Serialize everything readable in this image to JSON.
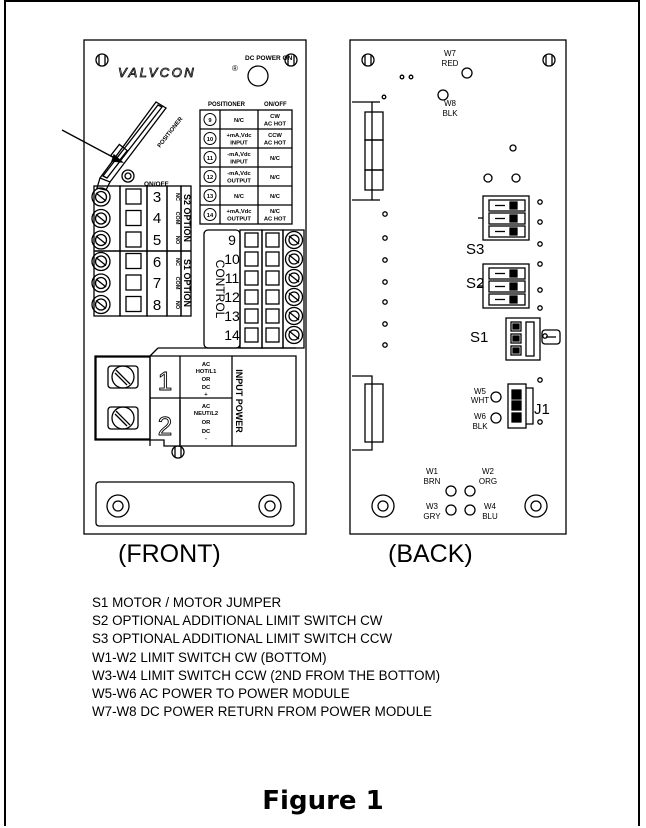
{
  "front": {
    "title": "(FRONT)",
    "logo_text": "VALVCON",
    "dc_power_label": "DC POWER ON",
    "positioner_label": "POSITIONER",
    "onoff_label": "ON/OFF",
    "table_header": {
      "positioner": "POSITIONER",
      "onoff": "ON/OFF"
    },
    "table_rows": [
      {
        "terminal": "9",
        "positioner": "N/C",
        "onoff_1": "CW",
        "onoff_2": "AC HOT"
      },
      {
        "terminal": "10",
        "positioner_1": "+mA,Vdc",
        "positioner_2": "INPUT",
        "onoff_1": "CCW",
        "onoff_2": "AC HOT"
      },
      {
        "terminal": "11",
        "positioner_1": "-mA,Vdc",
        "positioner_2": "INPUT",
        "onoff": "N/C"
      },
      {
        "terminal": "12",
        "positioner_1": "-mA,Vdc",
        "positioner_2": "OUTPUT",
        "onoff": "N/C"
      },
      {
        "terminal": "13",
        "positioner": "N/C",
        "onoff": "N/C"
      },
      {
        "terminal": "14",
        "positioner_1": "+mA,Vdc",
        "positioner_2": "OUTPUT",
        "onoff_1": "N/C",
        "onoff_2": "AC HOT"
      }
    ],
    "s2_terminals": [
      "3",
      "4",
      "5"
    ],
    "s2_pins": [
      "NC",
      "COM",
      "NO"
    ],
    "s2_label": "S2 OPTION",
    "s1_terminals": [
      "6",
      "7",
      "8"
    ],
    "s1_pins": [
      "NC",
      "COM",
      "NO"
    ],
    "s1_label": "S1 OPTION",
    "control_terminals": [
      "9",
      "10",
      "11",
      "12",
      "13",
      "14"
    ],
    "control_label": "CONTROL",
    "power_terminals": [
      "1",
      "2"
    ],
    "power_desc_1": [
      "AC",
      "HOT/L1",
      "OR",
      "DC",
      "+"
    ],
    "power_desc_2": [
      "AC",
      "NEUT/L2",
      "OR",
      "DC",
      "-"
    ],
    "power_label": "INPUT POWER"
  },
  "back": {
    "title": "(BACK)",
    "w7": "W7",
    "w7_color": "RED",
    "w8": "W8",
    "w8_color": "BLK",
    "s3": "S3",
    "s2": "S2",
    "s1": "S1",
    "w5": "W5",
    "w5_color": "WHT",
    "w6": "W6",
    "w6_color": "BLK",
    "j1": "J1",
    "w1": "W1",
    "w1_color": "BRN",
    "w2": "W2",
    "w2_color": "ORG",
    "w3": "W3",
    "w3_color": "GRY",
    "w4": "W4",
    "w4_color": "BLU"
  },
  "legend": [
    "S1 MOTOR / MOTOR JUMPER",
    "S2 OPTIONAL ADDITIONAL LIMIT SWITCH CW",
    "S3 OPTIONAL ADDITIONAL LIMIT SWITCH CCW",
    "W1-W2 LIMIT SWITCH CW (BOTTOM)",
    "W3-W4 LIMIT SWITCH CCW (2ND FROM THE BOTTOM)",
    "W5-W6 AC POWER TO POWER MODULE",
    "W7-W8 DC POWER RETURN FROM POWER MODULE"
  ],
  "caption": "Figure 1"
}
